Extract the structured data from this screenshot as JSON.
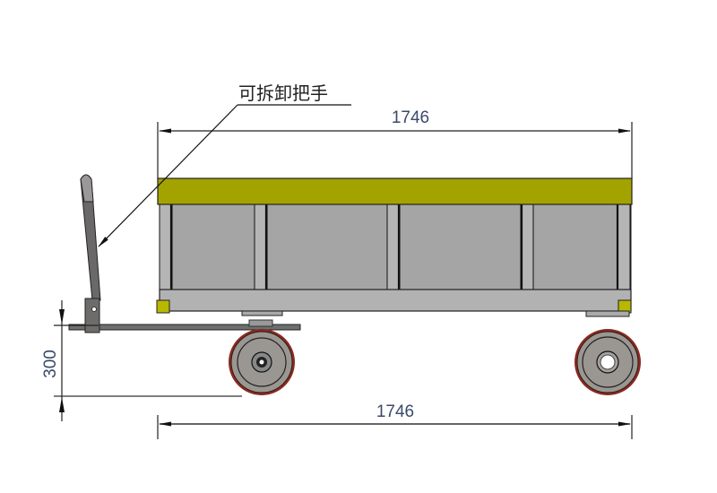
{
  "drawing": {
    "type": "side elevation",
    "subject": "platform trolley with removable handle"
  },
  "annotations": {
    "handle_label": "可拆卸把手",
    "top_dimension": "1746",
    "bottom_dimension": "1746",
    "height_dimension": "300"
  },
  "colors": {
    "deck_top": "#a3a300",
    "body_panel": "#a5a5a5",
    "frame": "#b2b2b2",
    "wheel_tire": "#8a2a20",
    "wheel_hub": "#9a9692",
    "line": "#1a1a1a",
    "dim_text": "#3a4a6a"
  }
}
